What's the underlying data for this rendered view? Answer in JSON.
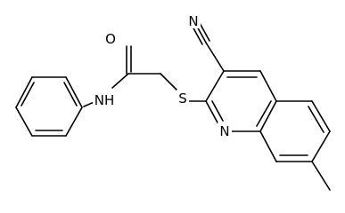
{
  "molecule": {
    "atom_labels": {
      "oxygen": "O",
      "amide_nh": "NH",
      "sulfur": "S",
      "nitrile_n": "N",
      "ring_n": "N"
    },
    "colors": {
      "bond": "#000000",
      "label": "#000000",
      "background": "#ffffff"
    }
  }
}
